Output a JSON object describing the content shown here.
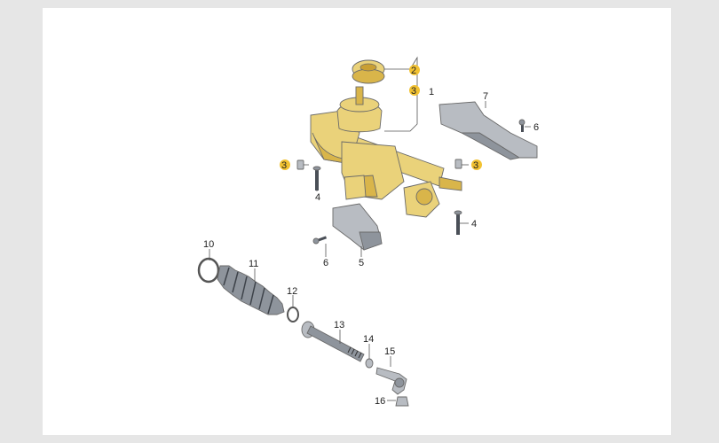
{
  "callouts": {
    "c1": "1",
    "c2": "2",
    "c3a": "3",
    "c3b": "3",
    "c3c": "3",
    "c4a": "4",
    "c4b": "4",
    "c5": "5",
    "c6a": "6",
    "c6b": "6",
    "c7": "7",
    "c10": "10",
    "c11": "11",
    "c12": "12",
    "c13": "13",
    "c14": "14",
    "c15": "15",
    "c16": "16"
  },
  "colors": {
    "highlight": "#f2c232",
    "housing": "#ead27a",
    "shield": "#b8bcc2",
    "background": "#e6e6e6"
  },
  "icons": {
    "steering-rack": "steering-gear-assembly",
    "boot": "bellows-boot",
    "tie-rod": "tie-rod",
    "tie-rod-end": "ball-joint"
  }
}
